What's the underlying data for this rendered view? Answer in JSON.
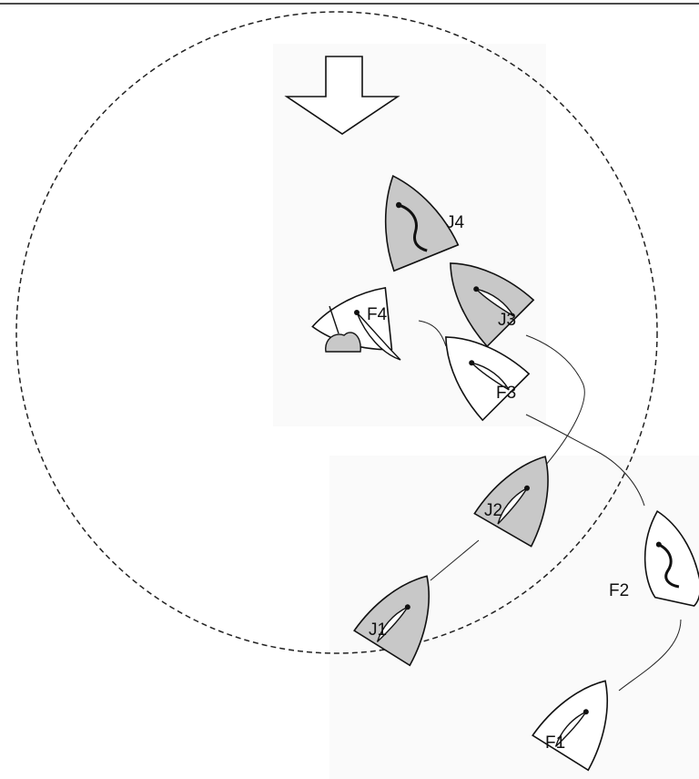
{
  "diagram": {
    "wind_icon": "down-arrow",
    "colors": {
      "boat_grey": "#c8c8c8",
      "boat_white": "#ffffff",
      "outline": "#111111",
      "zone_panel": "#fafafa"
    },
    "boats": [
      {
        "id": "J4",
        "label": "J4",
        "fill": "grey",
        "sail": "luffing"
      },
      {
        "id": "J3",
        "label": "J3",
        "fill": "grey",
        "sail": "full"
      },
      {
        "id": "F4",
        "label": "F4",
        "fill": "white",
        "sail": "full"
      },
      {
        "id": "F3",
        "label": "F3",
        "fill": "white",
        "sail": "full"
      },
      {
        "id": "J2",
        "label": "J2",
        "fill": "grey",
        "sail": "full"
      },
      {
        "id": "F2",
        "label": "F2",
        "fill": "white",
        "sail": "luffing"
      },
      {
        "id": "J1",
        "label": "J1",
        "fill": "grey",
        "sail": "full"
      },
      {
        "id": "F1",
        "label": "F1",
        "fill": "white",
        "sail": "full"
      }
    ]
  }
}
